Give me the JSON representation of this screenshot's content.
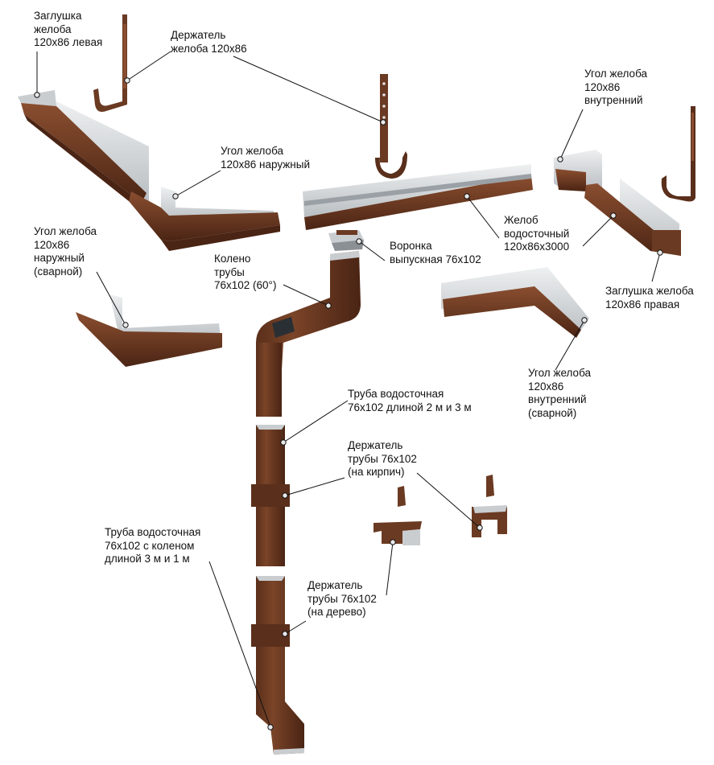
{
  "colors": {
    "gutter_brown": "#6b3a22",
    "gutter_brown_dark": "#4a2414",
    "gutter_brown_light": "#8a4e30",
    "gutter_back_light": "#dfe2e4",
    "gutter_back_mid": "#b9bec2",
    "leader_line": "#111111",
    "dot_fill": "#e8e8e8"
  },
  "labels": {
    "end_cap_left": "Заглушка\nжелоба\n120х86 левая",
    "bracket_gutter": "Держатель\nжелоба 120х86",
    "corner_outer": "Угол желоба\n120х86 наружный",
    "corner_outer_welded": "Угол желоба\n120х86\nнаружный\n(сварной)",
    "corner_inner": "Угол желоба\n120х86\nвнутренний",
    "gutter": "Желоб\nводосточный\n120х86х3000",
    "end_cap_right": "Заглушка желоба\n120х86 правая",
    "outlet": "Воронка\nвыпускная 76х102",
    "elbow": "Колено\nтрубы\n76х102 (60°)",
    "corner_inner_welded": "Угол желоба\n120х86\nвнутренний\n(сварной)",
    "pipe": "Труба водосточная\n76х102 длиной 2 м и 3 м",
    "pipe_bracket_brick": "Держатель\nтрубы 76х102\n(на кирпич)",
    "pipe_with_elbow": "Труба водосточная\n76х102 с коленом\nдлиной 3 м и 1 м",
    "pipe_bracket_wood": "Держатель\nтрубы 76х102\n(на дерево)"
  }
}
